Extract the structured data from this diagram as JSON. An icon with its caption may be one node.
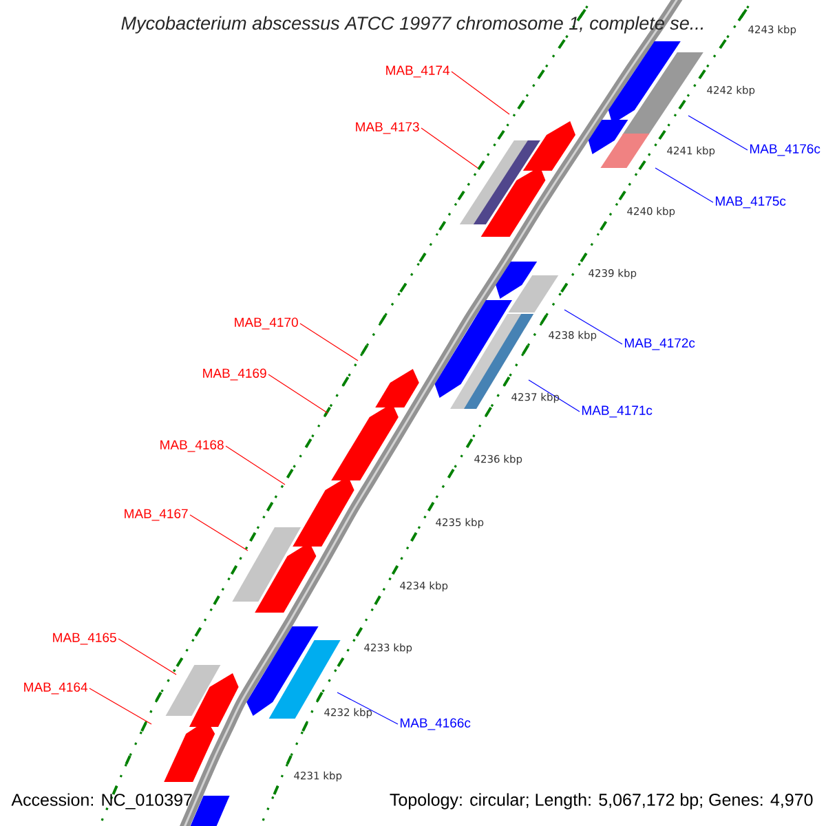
{
  "diagram": {
    "title": "*Mycobacterium abscessus* ATCC 19977 chromosome 1, complete se...",
    "nodes": [
      {
        "text": [
          "MAB_4174"
        ]
      },
      {
        "text": [
          "MAB_4173"
        ]
      },
      {
        "text": [
          "MAB_4176c"
        ]
      },
      {
        "text": [
          "MAB_4175c"
        ]
      },
      {
        "text": [
          "MAB_4170"
        ]
      },
      {
        "text": [
          "MAB_4172c"
        ]
      },
      {
        "text": [
          "MAB_4169"
        ]
      },
      {
        "text": [
          "MAB_4171c"
        ]
      },
      {
        "text": [
          "MAB_4168"
        ]
      },
      {
        "text": [
          "MAB_4167"
        ]
      },
      {
        "text": [
          "MAB_4165"
        ]
      },
      {
        "text": [
          "MAB_4164"
        ]
      },
      {
        "text": [
          "MAB_4166c"
        ]
      }
    ],
    "edges": [
      {
        "from": 0,
        "to": null,
        "arrow": "none"
      },
      {
        "from": 1,
        "to": null,
        "arrow": "none"
      },
      {
        "from": 2,
        "to": null,
        "arrow": "none",
        "color": "#0000ff"
      },
      {
        "from": 3,
        "to": null,
        "arrow": "none",
        "color": "#0000ff"
      },
      {
        "from": 4,
        "to": null,
        "arrow": "none"
      },
      {
        "from": 5,
        "to": null,
        "arrow": "none",
        "color": "#0000ff"
      },
      {
        "from": 6,
        "to": null,
        "arrow": "none"
      },
      {
        "from": 7,
        "to": null,
        "arrow": "none",
        "color": "#0000ff"
      },
      {
        "from": 8,
        "to": null,
        "arrow": "none"
      },
      {
        "from": 9,
        "to": null,
        "arrow": "none"
      },
      {
        "from": 10,
        "to": null,
        "arrow": "none"
      },
      {
        "from": 11,
        "to": null,
        "arrow": "none"
      },
      {
        "from": 12,
        "to": null,
        "arrow": "none",
        "color": "#0000ff"
      }
    ],
    "labels": [
      "4243 kbp",
      "4242 kbp",
      "4241 kbp",
      "4240 kbp",
      "4239 kbp",
      "4238 kbp",
      "4237 kbp",
      "4236 kbp",
      "4235 kbp",
      "4234 kbp",
      "4233 kbp",
      "4232 kbp",
      "4231 kbp",
      "Accession: NC_010397",
      "Topology: circular; Length: 5,067,172 bp; Genes: 4,970"
    ]
  }
}
